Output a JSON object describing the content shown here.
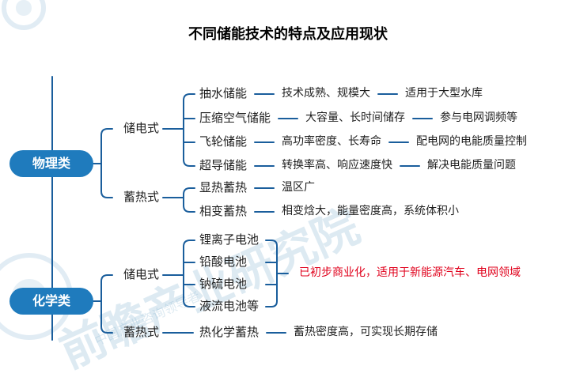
{
  "title": "不同储能技术的特点及应用现状",
  "theme": {
    "accent": "#1f7bbd",
    "line_color": "#1a5e9c",
    "highlight": "#e0001b"
  },
  "watermark": {
    "brand": "前瞻产业研究院",
    "sub": "中国产业咨询领导者"
  },
  "categories": [
    {
      "label": "物理类",
      "groups": [
        {
          "label": "储电式",
          "items": [
            {
              "name": "抽水储能",
              "feature": "技术成熟、规模大",
              "application": "适用于大型水库"
            },
            {
              "name": "压缩空气储能",
              "feature": "大容量、长时间储存",
              "application": "参与电网调频等"
            },
            {
              "name": "飞轮储能",
              "feature": "高功率密度、长寿命",
              "application": "配电网的电能质量控制"
            },
            {
              "name": "超导储能",
              "feature": "转换率高、响应速度快",
              "application": "解决电能质量问题"
            }
          ]
        },
        {
          "label": "蓄热式",
          "items": [
            {
              "name": "显热蓄热",
              "feature": "温区广",
              "application": ""
            },
            {
              "name": "相变蓄热",
              "feature": "相变焓大，能量密度高，系统体积小",
              "application": ""
            }
          ]
        }
      ]
    },
    {
      "label": "化学类",
      "groups": [
        {
          "label": "储电式",
          "shared_note": "已初步商业化，适用于新能源汽车、电网领域",
          "items": [
            {
              "name": "锂离子电池"
            },
            {
              "name": "铅酸电池"
            },
            {
              "name": "钠硫电池"
            },
            {
              "name": "液流电池等"
            }
          ]
        },
        {
          "label": "蓄热式",
          "items": [
            {
              "name": "热化学蓄热",
              "feature": "蓄热密度高，可实现长期存储",
              "application": ""
            }
          ]
        }
      ]
    }
  ]
}
